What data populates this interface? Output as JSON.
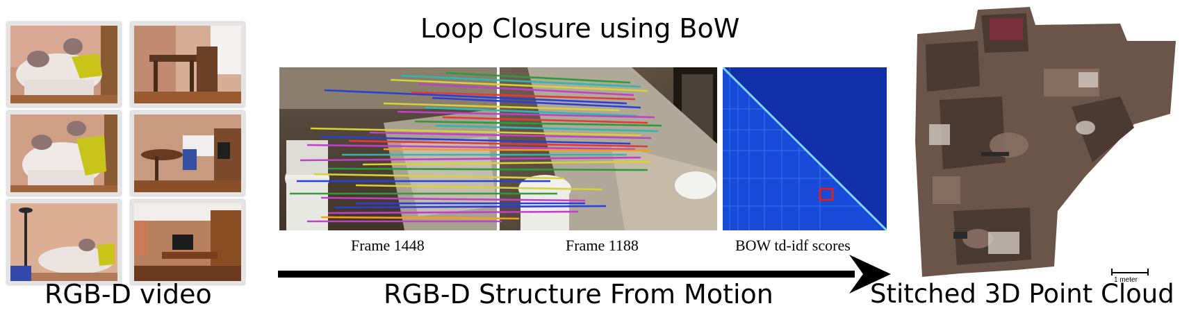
{
  "title": "Loop Closure using BoW",
  "sections": {
    "left_label": "RGB-D video",
    "middle_label": "RGB-D Structure From Motion",
    "right_label": "Stitched 3D Point Cloud"
  },
  "captions": {
    "frame_a": "Frame 1448",
    "frame_b": "Frame 1188",
    "bow": "BOW td-idf scores"
  },
  "scale_bar": {
    "label": "1 meter"
  },
  "thumbnails": [
    "living-room-sofa-1",
    "dining-room-1",
    "living-room-sofa-2",
    "dining-room-2",
    "living-room-sofa-3",
    "living-room-tv"
  ],
  "colors": {
    "match_lines": [
      "#2a3fd6",
      "#e23a3a",
      "#2fb8b0",
      "#d8d23a",
      "#c040c8",
      "#2e9a3a",
      "#f0a020"
    ],
    "heatmap_background": "#1230a8",
    "heatmap_high": "#2f7cf5",
    "loop_marker": "#e02020"
  }
}
